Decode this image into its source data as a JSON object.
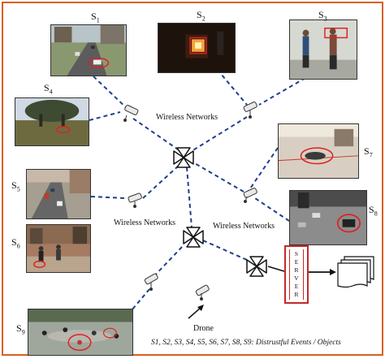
{
  "labels": {
    "s1": {
      "base": "S",
      "sub": "1"
    },
    "s2": {
      "base": "S",
      "sub": "2"
    },
    "s3": {
      "base": "S",
      "sub": "3"
    },
    "s4": {
      "base": "S",
      "sub": "4"
    },
    "s5": {
      "base": "S",
      "sub": "5"
    },
    "s6": {
      "base": "S",
      "sub": "6"
    },
    "s7": {
      "base": "S",
      "sub": "7"
    },
    "s8": {
      "base": "S",
      "sub": "8"
    },
    "s9": {
      "base": "S",
      "sub": "9"
    }
  },
  "network_labels": {
    "top": "Wireless Networks",
    "left": "Wireless Networks",
    "right": "Wireless Networks"
  },
  "server_label": "SERVER",
  "drone_label": "Drone",
  "caption": "S1, S2, S3, S4, S5, S6, S7, S8, S9: Distrustful Events / Objects",
  "colors": {
    "border": "#d6611f",
    "link": "#1f3f8f",
    "highlight": "#e02020",
    "server": "#c62828"
  },
  "icons": {
    "router": "router-cross-icon",
    "camera": "cctv-camera-icon",
    "drone": "drone-icon",
    "documents": "document-stack-icon"
  }
}
